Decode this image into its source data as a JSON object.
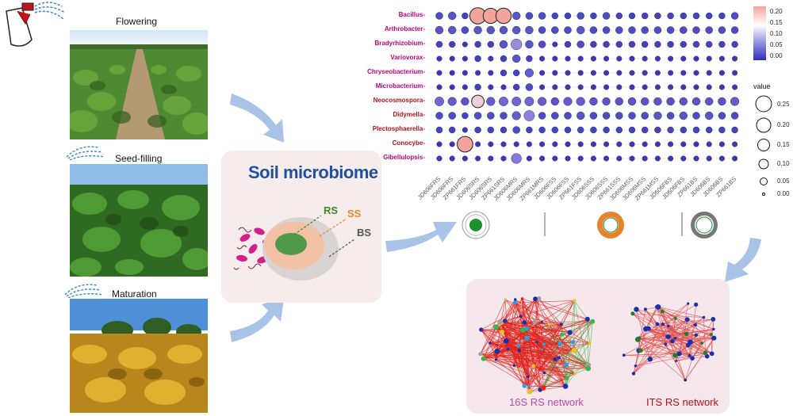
{
  "stages": [
    {
      "label": "Flowering"
    },
    {
      "label": "Seed-filling"
    },
    {
      "label": "Maturation"
    }
  ],
  "soil_panel": {
    "title": "Soil microbiome",
    "compartments": [
      {
        "label": "RS",
        "color": "#3a8a2a"
      },
      {
        "label": "SS",
        "color": "#e08a30"
      },
      {
        "label": "BS",
        "color": "#555555"
      }
    ]
  },
  "chart_data": {
    "type": "bubble-heatmap",
    "taxa": [
      {
        "name": "Bacillus",
        "color": "#c2007a"
      },
      {
        "name": "Arthrobacter",
        "color": "#c2007a"
      },
      {
        "name": "Bradyrhizobium",
        "color": "#c2007a"
      },
      {
        "name": "Variovorax",
        "color": "#c2007a"
      },
      {
        "name": "Chryseobacterium",
        "color": "#c2007a"
      },
      {
        "name": "Microbacterium",
        "color": "#c2007a"
      },
      {
        "name": "Neocosmospora",
        "color": "#b5121b"
      },
      {
        "name": "Didymella",
        "color": "#b5121b"
      },
      {
        "name": "Plectosphaerella",
        "color": "#b5121b"
      },
      {
        "name": "Conocybe",
        "color": "#b5121b"
      },
      {
        "name": "Gibellulopsis",
        "color": "#c2007a"
      }
    ],
    "samples": [
      "JD606FRS",
      "JD606FRS",
      "ZP661FRS",
      "JD606SRS",
      "JD606SRS",
      "ZP661SRS",
      "JD606MRS",
      "JD606MRS",
      "ZP661MRS",
      "JD606FSS",
      "JD606FSS",
      "ZP661FSS",
      "JD606SSS",
      "JD606SSS",
      "ZP661SSS",
      "JD606MSS",
      "JD606MSS",
      "ZP661MSS",
      "JD606FBS",
      "JD606FBS",
      "ZP661BS",
      "JD606BS",
      "JD606BS",
      "ZP661BS"
    ],
    "values": [
      [
        0.03,
        0.04,
        0.02,
        0.26,
        0.22,
        0.23,
        0.04,
        0.03,
        0.03,
        0.02,
        0.02,
        0.03,
        0.02,
        0.03,
        0.02,
        0.02,
        0.02,
        0.02,
        0.02,
        0.02,
        0.02,
        0.02,
        0.02,
        0.03
      ],
      [
        0.04,
        0.04,
        0.03,
        0.04,
        0.04,
        0.04,
        0.04,
        0.04,
        0.03,
        0.03,
        0.03,
        0.04,
        0.03,
        0.03,
        0.03,
        0.03,
        0.03,
        0.03,
        0.03,
        0.03,
        0.03,
        0.03,
        0.03,
        0.03
      ],
      [
        0.02,
        0.02,
        0.01,
        0.02,
        0.02,
        0.04,
        0.1,
        0.04,
        0.03,
        0.01,
        0.02,
        0.03,
        0.02,
        0.02,
        0.02,
        0.02,
        0.02,
        0.02,
        0.02,
        0.02,
        0.02,
        0.02,
        0.02,
        0.02
      ],
      [
        0.01,
        0.01,
        0.01,
        0.02,
        0.01,
        0.02,
        0.04,
        0.02,
        0.01,
        0.01,
        0.01,
        0.01,
        0.01,
        0.01,
        0.01,
        0.01,
        0.01,
        0.01,
        0.01,
        0.01,
        0.01,
        0.01,
        0.01,
        0.01
      ],
      [
        0.01,
        0.01,
        0.01,
        0.01,
        0.01,
        0.02,
        0.02,
        0.05,
        0.01,
        0.01,
        0.01,
        0.01,
        0.01,
        0.01,
        0.01,
        0.01,
        0.01,
        0.01,
        0.01,
        0.01,
        0.01,
        0.01,
        0.01,
        0.01
      ],
      [
        0.01,
        0.01,
        0.01,
        0.02,
        0.01,
        0.01,
        0.02,
        0.03,
        0.01,
        0.01,
        0.01,
        0.01,
        0.01,
        0.01,
        0.01,
        0.01,
        0.01,
        0.01,
        0.01,
        0.01,
        0.01,
        0.01,
        0.01,
        0.01
      ],
      [
        0.06,
        0.05,
        0.04,
        0.14,
        0.05,
        0.06,
        0.06,
        0.06,
        0.05,
        0.04,
        0.05,
        0.05,
        0.04,
        0.04,
        0.04,
        0.04,
        0.04,
        0.04,
        0.04,
        0.04,
        0.04,
        0.04,
        0.04,
        0.05
      ],
      [
        0.03,
        0.03,
        0.02,
        0.03,
        0.03,
        0.03,
        0.05,
        0.09,
        0.03,
        0.03,
        0.03,
        0.04,
        0.03,
        0.03,
        0.03,
        0.03,
        0.03,
        0.04,
        0.03,
        0.04,
        0.03,
        0.04,
        0.03,
        0.03
      ],
      [
        0.02,
        0.02,
        0.01,
        0.02,
        0.02,
        0.02,
        0.03,
        0.02,
        0.02,
        0.02,
        0.02,
        0.02,
        0.02,
        0.02,
        0.02,
        0.02,
        0.02,
        0.02,
        0.02,
        0.02,
        0.02,
        0.02,
        0.02,
        0.02
      ],
      [
        0.01,
        0.01,
        0.24,
        0.01,
        0.01,
        0.01,
        0.01,
        0.01,
        0.01,
        0.01,
        0.01,
        0.01,
        0.01,
        0.01,
        0.01,
        0.01,
        0.01,
        0.01,
        0.01,
        0.01,
        0.01,
        0.01,
        0.01,
        0.01
      ],
      [
        0.01,
        0.01,
        0.01,
        0.01,
        0.01,
        0.01,
        0.08,
        0.01,
        0.01,
        0.01,
        0.01,
        0.01,
        0.01,
        0.01,
        0.01,
        0.01,
        0.01,
        0.01,
        0.01,
        0.01,
        0.01,
        0.01,
        0.01,
        0.01
      ]
    ],
    "color_scale": {
      "low": "#2f2fb8",
      "mid": "#ffffff",
      "high": "#f4a39d",
      "ticks": [
        "0.20",
        "0.15",
        "0.10",
        "0.05",
        "0.00"
      ]
    },
    "size_legend": {
      "title": "value",
      "ticks": [
        "0.25",
        "0.20",
        "0.15",
        "0.10",
        "0.05",
        "0.00"
      ]
    }
  },
  "compartment_icons": [
    {
      "name": "RS",
      "color": "#1a8f2a"
    },
    {
      "name": "SS",
      "color": "#e8822a"
    },
    {
      "name": "BS",
      "color": "#777777"
    }
  ],
  "networks": [
    {
      "label": "16S RS network",
      "color": "#b84aa8"
    },
    {
      "label": "ITS RS network",
      "color": "#b5121b"
    }
  ],
  "arrow_color": "#a8c2e6"
}
